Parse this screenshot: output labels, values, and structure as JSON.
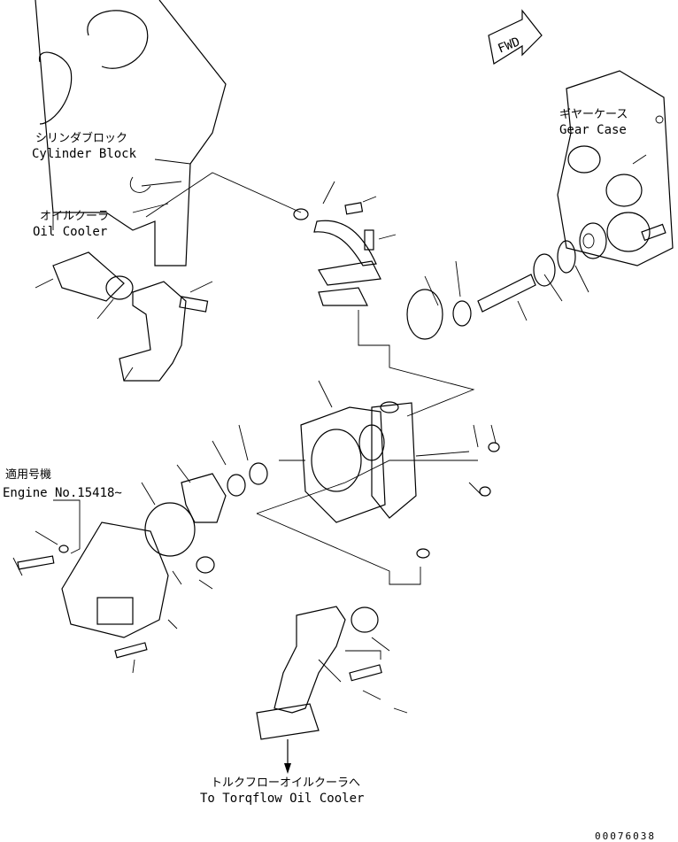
{
  "labels": {
    "cylinder_block_jp": "シリンダブロック",
    "cylinder_block_en": "Cylinder Block",
    "oil_cooler_jp": "オイルクーラ",
    "oil_cooler_en": "Oil Cooler",
    "gear_case_jp": "ギヤーケース",
    "gear_case_en": "Gear Case",
    "applicable_jp": "適用号機",
    "engine_no": "Engine No.15418~",
    "torqflow_jp": "トルクフローオイルクーラへ",
    "torqflow_en": "To Torqflow Oil Cooler",
    "fwd": "FWD"
  },
  "drawing_code": "00076038"
}
